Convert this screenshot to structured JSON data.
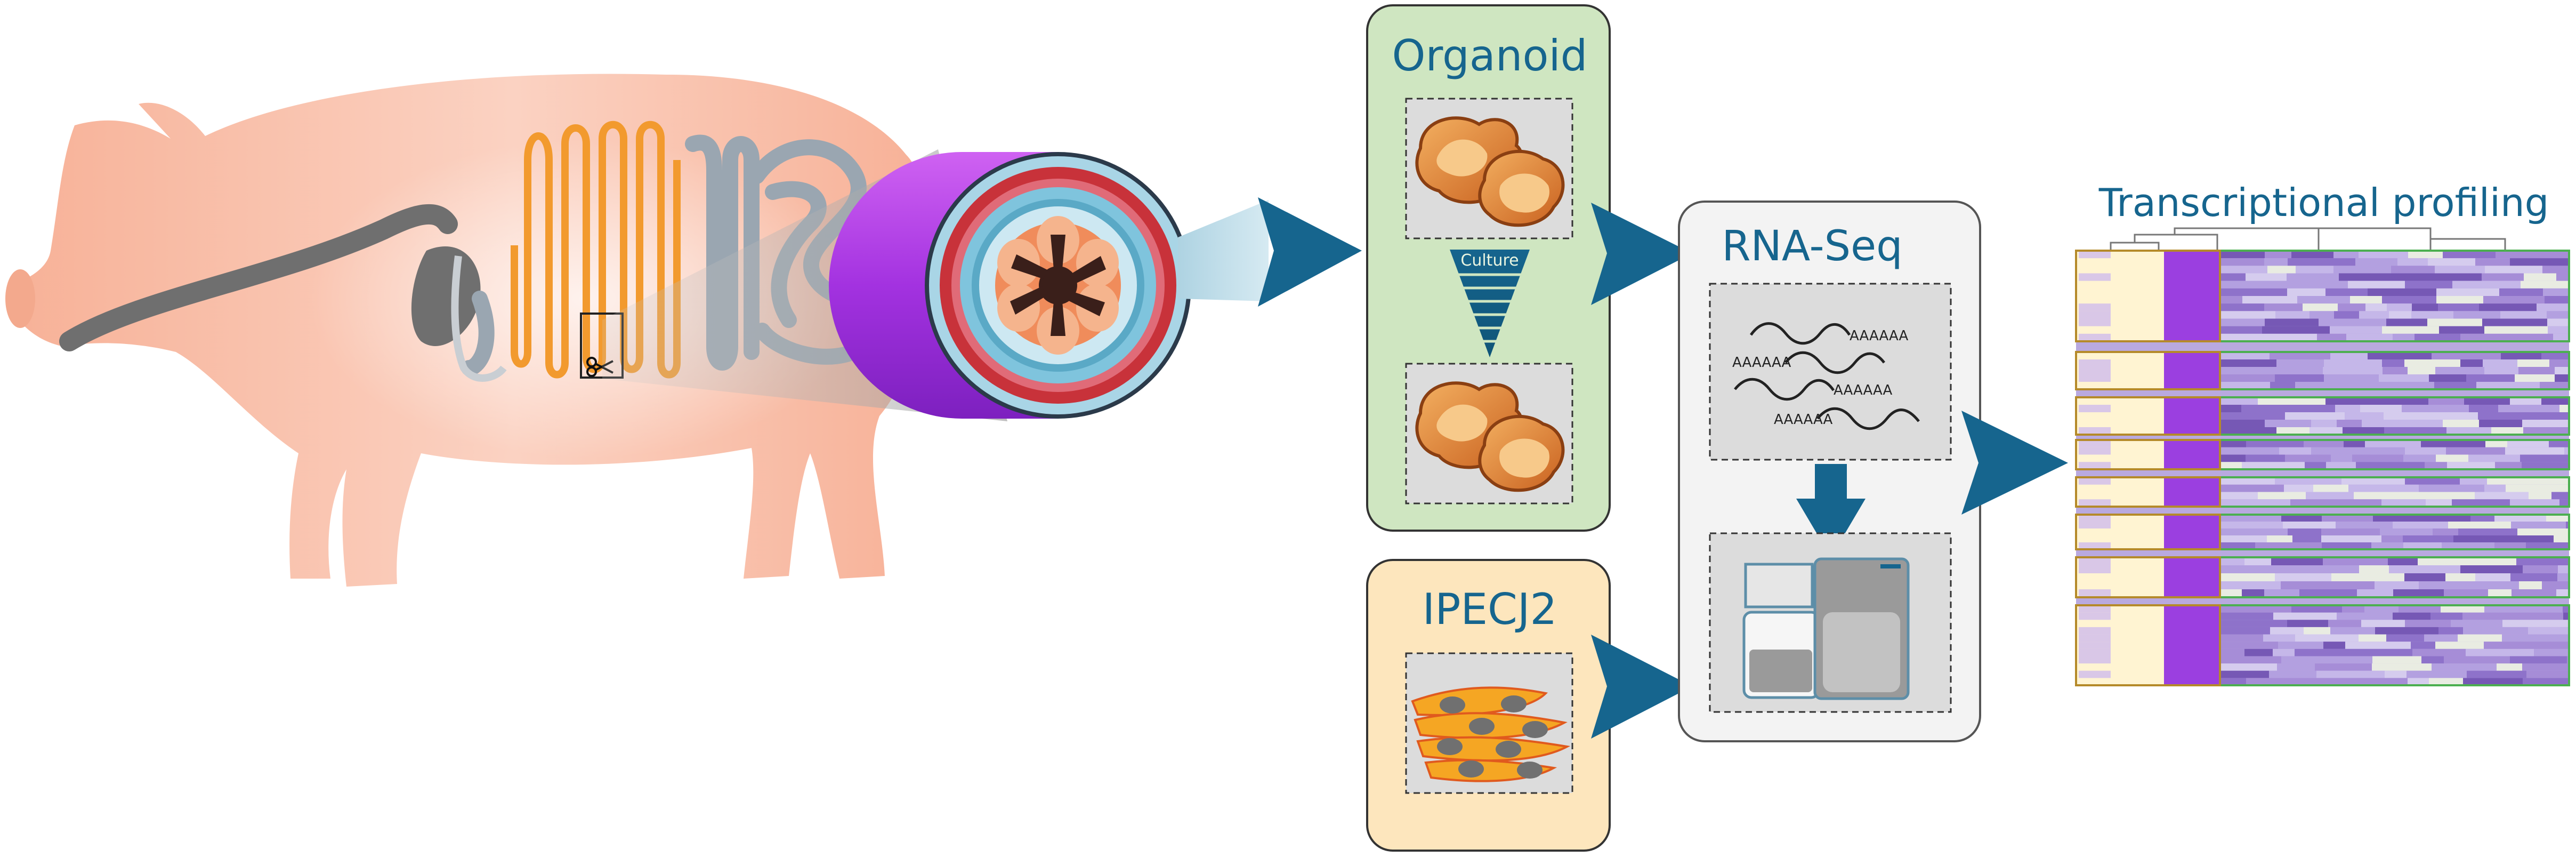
{
  "labels": {
    "organoid": "Organoid",
    "culture": "Culture",
    "ipecj2": "IPECJ2",
    "rnaseq": "RNA-Seq",
    "profiling": "Transcriptional profiling",
    "polya": "AAAAAA"
  },
  "colors": {
    "brand_blue": "#16658e",
    "organoid_box": "#cfe6c1",
    "ipec_box": "#fde6bd",
    "rnaseq_box": "#f3f3f3",
    "pig_body": "#f8b79a",
    "intestine_orange": "#f29a2e",
    "intestine_grey": "#8e9aa6",
    "lumen_purple": "#a83ee0",
    "mucosa_red": "#c8323a",
    "organoid_cell": "#e18a3c",
    "heatmap_purple": "#8a6bc8",
    "heatmap_group1": "#fff4d2",
    "heatmap_group2": "#9b3fe0"
  },
  "icons": [
    "scissors-icon",
    "pig-silhouette-icon",
    "intestine-cross-section-icon",
    "organoid-icon",
    "cell-line-icon",
    "rna-transcripts-icon",
    "sequencer-icon",
    "heatmap-icon"
  ]
}
